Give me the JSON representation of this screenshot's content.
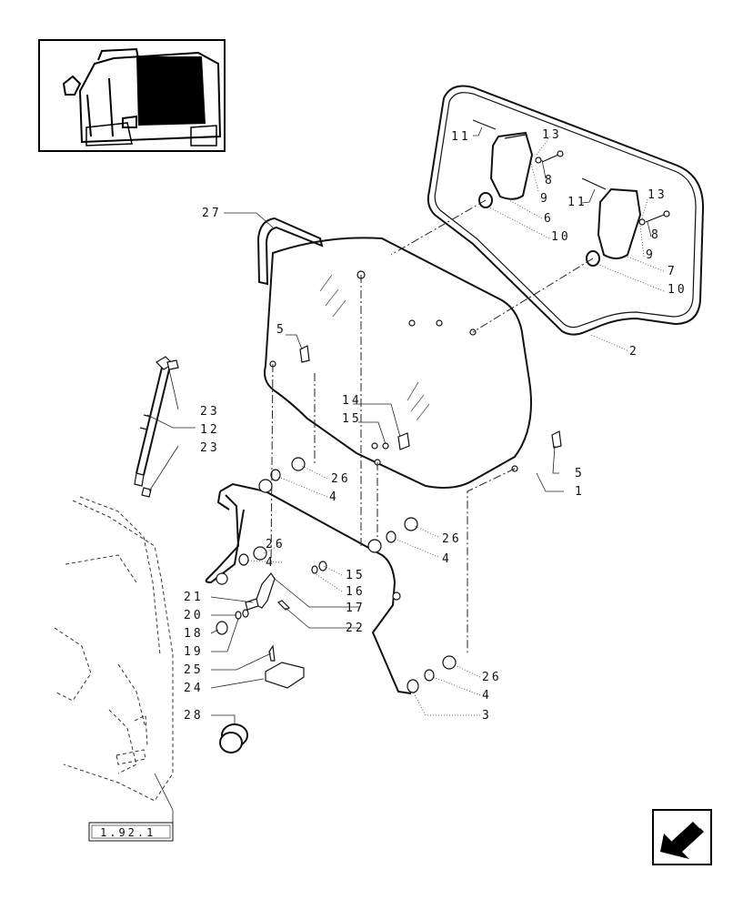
{
  "labels": {
    "p1": "1",
    "p2": "2",
    "p3": "3",
    "p4a": "4",
    "p4b": "4",
    "p4c": "4",
    "p4d": "4",
    "p5a": "5",
    "p5b": "5",
    "p6": "6",
    "p7": "7",
    "p8a": "8",
    "p8b": "8",
    "p9a": "9",
    "p9b": "9",
    "p10a": "10",
    "p10b": "10",
    "p11a": "11",
    "p11b": "11",
    "p12": "12",
    "p13a": "13",
    "p13b": "13",
    "p14": "14",
    "p15a": "15",
    "p15b": "15",
    "p16": "16",
    "p17": "17",
    "p18": "18",
    "p19": "19",
    "p20": "20",
    "p21": "21",
    "p22": "22",
    "p23a": "23",
    "p23b": "23",
    "p24": "24",
    "p25": "25",
    "p26a": "26",
    "p26b": "26",
    "p26c": "26",
    "p26d": "26",
    "p27": "27",
    "p28": "28"
  },
  "reference_box": "1.92.1",
  "icons": {
    "thumbnail": "tractor-cab-thumbnail",
    "navigation": "back-arrow-icon"
  }
}
